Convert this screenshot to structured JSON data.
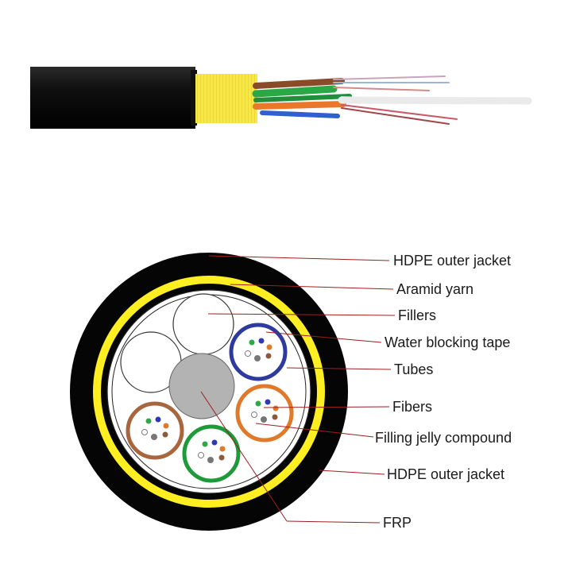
{
  "labels": [
    "HDPE outer jacket",
    "Aramid yarn",
    "Fillers",
    "Water blocking tape",
    "Tubes",
    "Fibers",
    "Filling jelly compound",
    "HDPE outer jacket",
    "FRP"
  ],
  "colors": {
    "jacket": "#050505",
    "aramid": "#ffee22",
    "frp": "#b3b3b3",
    "leader_line": "#9e1e1e",
    "tube_blue": "#2f3a9e",
    "tube_orange": "#e07a2a",
    "tube_green": "#1e9a3a",
    "tube_brown": "#a8663e"
  }
}
